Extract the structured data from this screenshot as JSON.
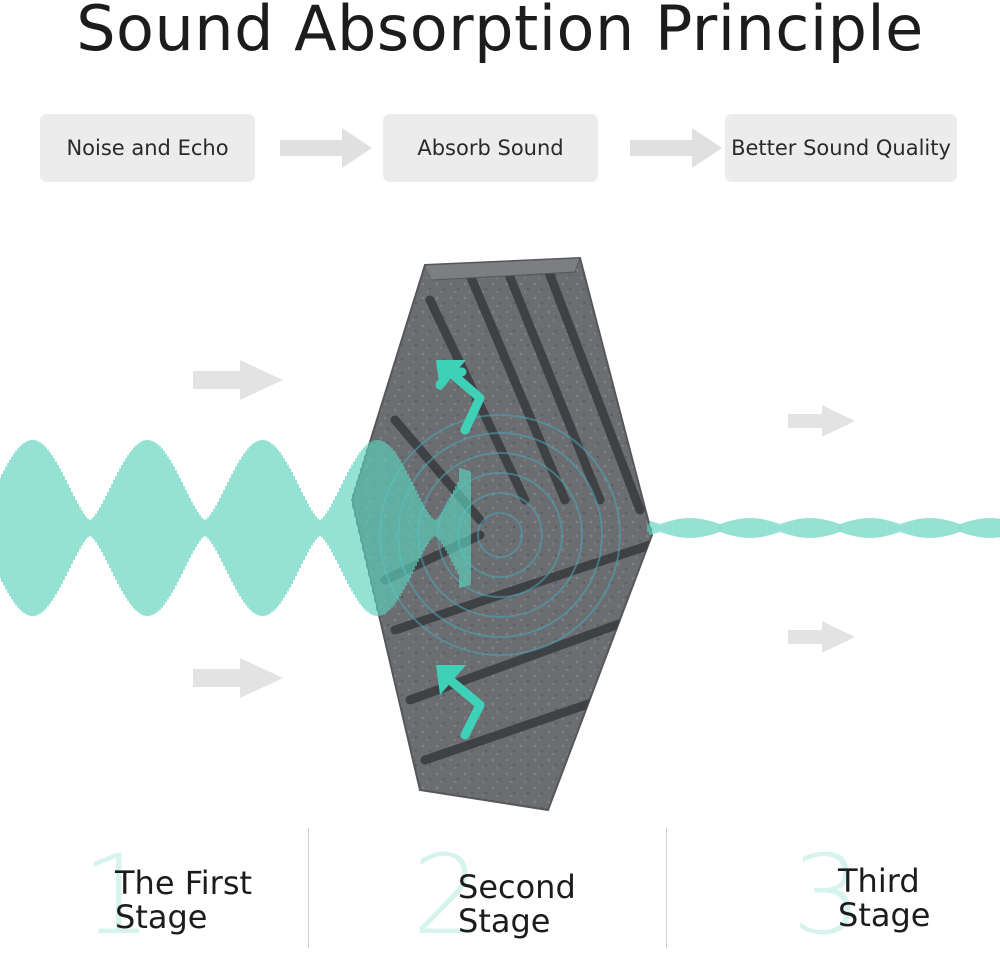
{
  "title": "Sound Absorption Principle",
  "steps": [
    "Noise and Echo",
    "Absorb Sound",
    "Better Sound Quality"
  ],
  "stages": [
    {
      "number": "1",
      "line1": "The First",
      "line2": "Stage"
    },
    {
      "number": "2",
      "line1": "Second",
      "line2": "Stage"
    },
    {
      "number": "3",
      "line1": "Third",
      "line2": "Stage"
    }
  ],
  "colors": {
    "wave": "#5cd1bd",
    "panel": "#6b6d70",
    "panel_groove": "#3f4144",
    "box": "#ececec",
    "arrow": "#e0e0e0",
    "reflect_arrow": "#3fd0b8",
    "stage_number": "#d7f3ee"
  }
}
